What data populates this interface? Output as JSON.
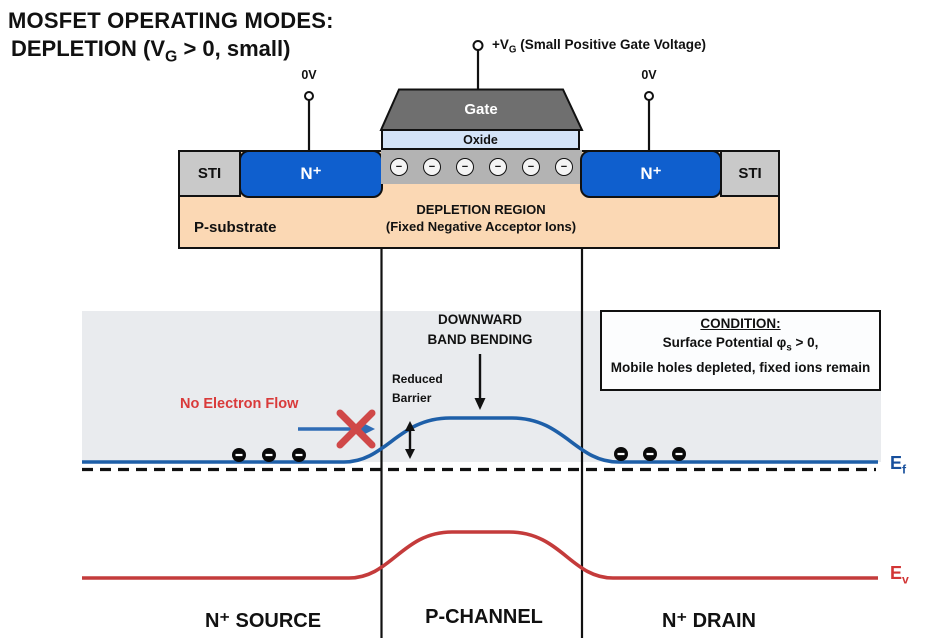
{
  "title": {
    "line1": "MOSFET OPERATING MODES:",
    "line2_pre": "DEPLETION (V",
    "line2_sub": "G",
    "line2_post": " > 0, small)"
  },
  "device": {
    "gate_voltage_pre": "+V",
    "gate_voltage_sub": "G",
    "gate_voltage_post": " (Small Positive Gate Voltage)",
    "source_terminal": "0V",
    "drain_terminal": "0V",
    "gate_label": "Gate",
    "oxide_label": "Oxide",
    "sti_left": "STI",
    "sti_right": "STI",
    "source_region": "N⁺",
    "drain_region": "N⁺",
    "substrate_label": "P-substrate",
    "depletion_line1": "DEPLETION REGION",
    "depletion_line2": "(Fixed Negative Acceptor Ions)",
    "ion_symbol": "−"
  },
  "band_diagram": {
    "no_electron_flow": "No Electron Flow",
    "reduced_barrier_line1": "Reduced",
    "reduced_barrier_line2": "Barrier",
    "band_bending_line1": "DOWNWARD",
    "band_bending_line2": "BAND BENDING",
    "condition_heading": "CONDITION:",
    "condition_line1_pre": "Surface Potential φ",
    "condition_line1_sub": "s",
    "condition_line1_post": " > 0,",
    "condition_line2": "Mobile holes depleted, fixed ions remain",
    "ef_base": "E",
    "ef_sub": "f",
    "ev_base": "E",
    "ev_sub": "v"
  },
  "regions": {
    "source": "N⁺ SOURCE",
    "channel": "P-CHANNEL",
    "drain": "N⁺ DRAIN"
  },
  "colors": {
    "ink": "#111111",
    "nplus": "#0f5fce",
    "sti": "#c9c9c9",
    "channel": "#b3b3b3",
    "gate": "#6f6f6f",
    "oxide": "#d3e3f7",
    "peach": "#fbd8b4",
    "bandbg": "#e9ebee",
    "bandblue": "#1e5fa8",
    "bandred": "#c43b3b",
    "eflabel": "#174f9c",
    "evlabel": "#d23535",
    "noflow": "#d93a3a",
    "arrowblue": "#2f6cb5",
    "xred": "#d04848"
  }
}
